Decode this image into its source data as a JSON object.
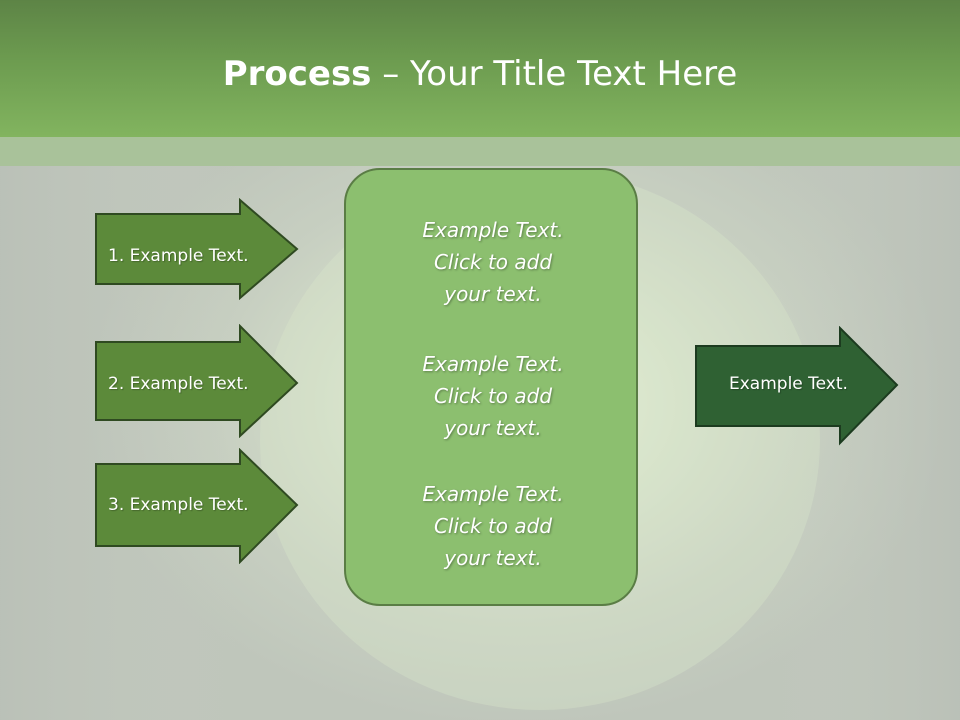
{
  "title": {
    "bold": "Process",
    "rest": " – Your Title Text Here"
  },
  "input_arrows": [
    {
      "label": "1. Example Text."
    },
    {
      "label": "2. Example Text."
    },
    {
      "label": "3. Example Text."
    }
  ],
  "center_box": {
    "paragraphs": [
      {
        "line1": "Example Text.",
        "line2": "Click  to add",
        "line3": "your text."
      },
      {
        "line1": "Example Text.",
        "line2": "Click  to add",
        "line3": "your text."
      },
      {
        "line1": "Example Text.",
        "line2": "Click  to add",
        "line3": "your text."
      }
    ]
  },
  "output_arrow": {
    "label": "Example Text."
  },
  "colors": {
    "header": "#6d9c50",
    "input_arrow_fill": "#5c8a3a",
    "output_arrow_fill": "#2f6133",
    "center_box_fill": "#8cbf6f",
    "background": "#c9cfc4"
  }
}
